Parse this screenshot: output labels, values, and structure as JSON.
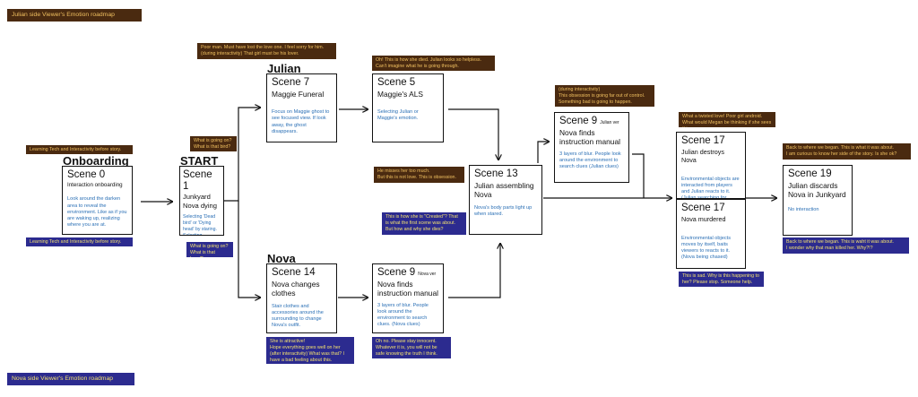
{
  "legend": {
    "julian_title": "Julian side Viewer's Emotion roadmap",
    "nova_title": "Nova side Viewer's Emotion roadmap"
  },
  "headers": {
    "onboarding": "Onboarding",
    "start": "START",
    "julian": "Julian",
    "nova": "Nova"
  },
  "scenes": {
    "s0": {
      "name": "Scene 0",
      "title": "Interaction onboarding",
      "desc": "Look around the darken area to reveal the environment. Like as if you are waking up, realizing where you are at."
    },
    "s1": {
      "name": "Scene 1",
      "title": "Junkyard\nNova dying",
      "desc": "Selecting 'Dead bird' or 'Dying head' by staring. Selecting Nova/Julian pathway."
    },
    "s7": {
      "name": "Scene 7",
      "title": "Maggie Funeral",
      "desc": "Focus on Maggie ghost to see focused view. If look away, the ghost disappears."
    },
    "s5": {
      "name": "Scene 5",
      "title": "Maggie's ALS",
      "desc": "Selecting Julian or Maggie's emotion."
    },
    "s14": {
      "name": "Scene 14",
      "title": "Nova changes clothes",
      "desc": "Stair clothes and accessories around the surrounding to change Nova's outfit."
    },
    "s9n": {
      "name": "Scene 9",
      "ver": "Nova ver",
      "title": "Nova finds instruction manual",
      "desc": "3 layers of blur. People look around the environment to search clues. (Nova clues)"
    },
    "s13": {
      "name": "Scene 13",
      "title": "Julian assembling Nova",
      "desc": "Nova's body parts light up when stared."
    },
    "s9j": {
      "name": "Scene 9",
      "ver": "Julian ver",
      "title": "Nova finds instruction manual",
      "desc": "3 layers of blur. People look around the environment to search clues (Julian clues)"
    },
    "s17a": {
      "name": "Scene 17",
      "title": "Julian destroys Nova",
      "desc": "Environmental objects are interacted from players and Julian reacts to it. (Julian searching for Nova)"
    },
    "s17b": {
      "name": "Scene 17",
      "title": "Nova murdered",
      "desc": "Environmental objects moves by itself, baits viewers to reacts to it. (Nova being chased)"
    },
    "s19": {
      "name": "Scene 19",
      "title": "Julian discards Nova in Junkyard",
      "desc": "No interaction"
    }
  },
  "notes": {
    "n_onb_top": "Learning Tech and Interactivity before story.",
    "n_onb_bot": "Learning Tech and Interactivity before story.",
    "n_s1_top": "What is going on?\nWhat is that bird?",
    "n_s1_bot": "What is going on?\nWhat is that head?",
    "n_s7": "Poor man. Must have lost the love one. I feel sorry for him.\n(during interactivity) That girl must be his lover.",
    "n_s5": "Oh! This is how she died. Julian looks so helpless.\nCan't imagine what he is going through.",
    "n_s13_top": "He misses her too much.\nBut this is not love. This is obsession.",
    "n_s13_bot": "This is how she is \"Created\"? That is what the first scene was about. But how and why she dies?",
    "n_s9j": "(during interactivity)\nThis obsession is going far out of control.\nSomething bad is going to happen.",
    "n_s14": "She is attractive!\nHope everything goes well on her (after interactivity) What was that? I have a bad feeling about this.",
    "n_s9n": "Oh no. Please stay innocent.\nWhatever it is, you will not be safe knowing the truth I think.",
    "n_s17_top": "What a twisted love! Poor girl android.\nWhat would Megan be thinking if she sees this.",
    "n_s17_bot": "This is sad. Why is this happening to her? Please stop. Someone help.",
    "n_s19_top": "Back to where we began. This is what it was about.\nI am curious to know her side of the story. Is she ok?",
    "n_s19_bot": "Back to where we began. This is waht it was about.\nI wonder why that man killed her. Why?!?"
  },
  "colors": {
    "julian_note": "#4a2a10",
    "nova_note": "#2c2b8f",
    "note_text": "#f0c060",
    "desc_text": "#2a6fb5"
  }
}
